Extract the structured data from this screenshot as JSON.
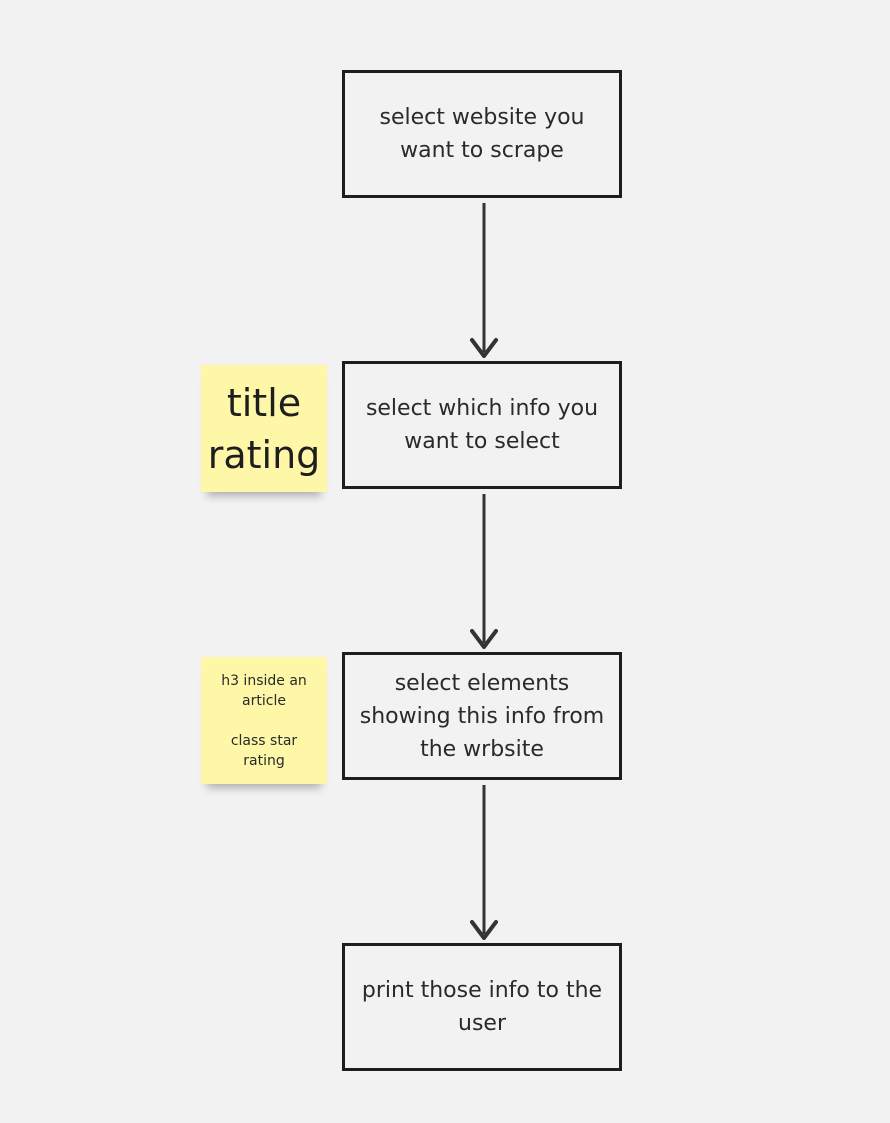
{
  "steps": [
    {
      "label": "select website you want to scrape"
    },
    {
      "label": "select which info you want to select"
    },
    {
      "label": "select elements showing this info from the wrbsite"
    },
    {
      "label": "print those info to the user"
    }
  ],
  "notes": [
    {
      "text": "title\nrating",
      "color": "#fef7a8"
    },
    {
      "text": "h3 inside an article\n\nclass star rating",
      "color": "#fef7a8"
    }
  ],
  "colors": {
    "background": "#f2f2f2",
    "stroke": "#1e1e1e",
    "arrow": "#333333"
  }
}
